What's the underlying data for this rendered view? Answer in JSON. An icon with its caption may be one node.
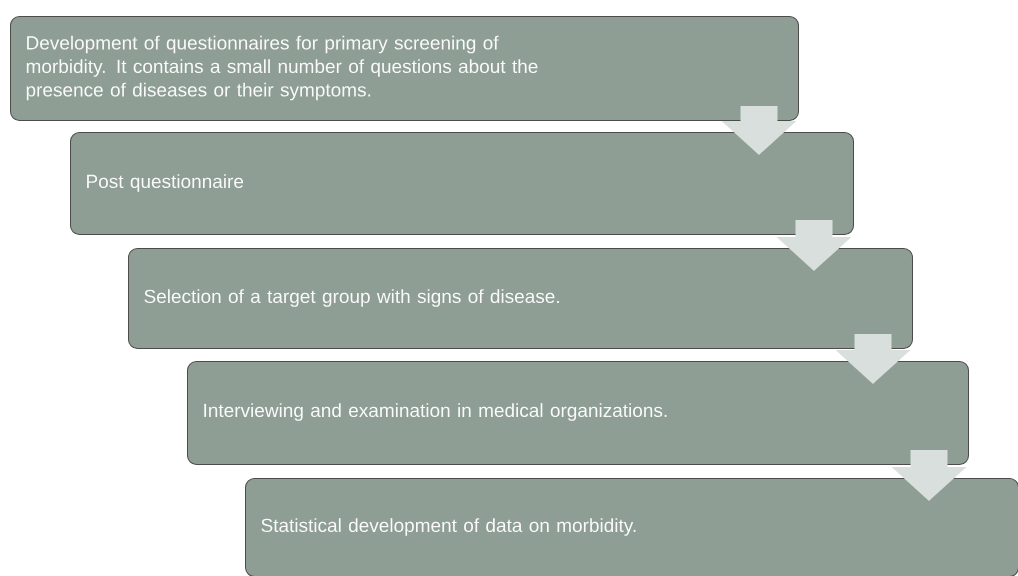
{
  "diagram": {
    "nodes": [
      {
        "text": [
          "Development of questionnaires for primary screening of morbidity. It contains a small number of questions about the presence of diseases or their symptoms."
        ]
      },
      {
        "text": [
          "Post questionnaire"
        ]
      },
      {
        "text": [
          "Selection of a target group with signs of disease."
        ]
      },
      {
        "text": [
          "Interviewing and examination in medical organizations."
        ]
      },
      {
        "text": [
          "Statistical development of data on morbidity."
        ]
      }
    ],
    "edges": [
      {
        "from": 0,
        "to": 1,
        "arrow": "to"
      },
      {
        "from": 1,
        "to": 2,
        "arrow": "to"
      },
      {
        "from": 2,
        "to": 3,
        "arrow": "to"
      },
      {
        "from": 3,
        "to": 4,
        "arrow": "to"
      }
    ]
  }
}
